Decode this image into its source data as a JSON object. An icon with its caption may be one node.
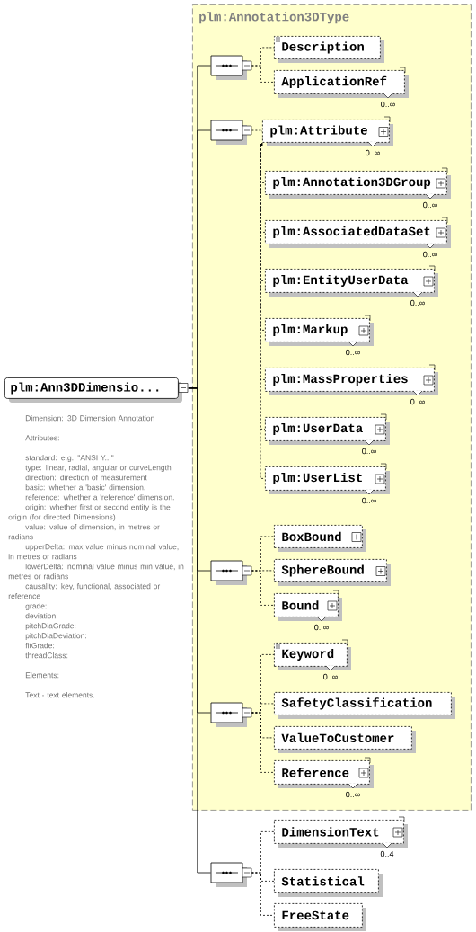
{
  "diagram": {
    "nodes": [
      {
        "text": [
          "plm:Ann3DDimensio..."
        ],
        "beside": [
          "Dimension: 3D Dimension Annotation",
          "Attributes:",
          "standard: e.g. \"ANSI Y...\"",
          "type: linear, radial, angular or curveLength",
          "direction: direction of measurement",
          "basic: whether a 'basic' dimension.",
          "reference: whether a 'reference' dimension.",
          "origin: whether first or second entity is the origin (for directed Dimensions)",
          "value: value of dimension, in metres or radians",
          "upperDelta: max value minus nominal value, in metres or radians",
          "lowerDelta: nominal value minus min value, in metres or radians",
          "causality: key, functional, associated or reference",
          "grade:",
          "deviation:",
          "pitchDiaGrade:",
          "pitchDiaDeviation:",
          "fitGrade:",
          "threadClass:",
          "Elements:",
          "Text - text elements."
        ]
      },
      {
        "text": [
          "plm:Annotation3DType"
        ]
      },
      {
        "text": [],
        "shape": "octagon",
        "in": 1
      },
      {
        "text": [
          "Description"
        ],
        "in": 1
      },
      {
        "text": [
          "ApplicationRef"
        ],
        "beside": [
          "0..∞"
        ],
        "in": 1
      },
      {
        "text": [],
        "shape": "octagon",
        "in": 1
      },
      {
        "text": [
          "plm:Attribute"
        ],
        "beside": [
          "0..∞"
        ],
        "in": 1
      },
      {
        "text": [
          "plm:Annotation3DGroup"
        ],
        "beside": [
          "0..∞"
        ],
        "in": 1
      },
      {
        "text": [
          "plm:AssociatedDataSet"
        ],
        "beside": [
          "0..∞"
        ],
        "in": 1
      },
      {
        "text": [
          "plm:EntityUserData"
        ],
        "beside": [
          "0..∞"
        ],
        "in": 1
      },
      {
        "text": [
          "plm:Markup"
        ],
        "beside": [
          "0..∞"
        ],
        "in": 1
      },
      {
        "text": [
          "plm:MassProperties"
        ],
        "beside": [
          "0..∞"
        ],
        "in": 1
      },
      {
        "text": [
          "plm:UserData"
        ],
        "beside": [
          "0..∞"
        ],
        "in": 1
      },
      {
        "text": [
          "plm:UserList"
        ],
        "beside": [
          "0..∞"
        ],
        "in": 1
      },
      {
        "text": [],
        "shape": "octagon",
        "in": 1
      },
      {
        "text": [
          "BoxBound"
        ],
        "in": 1
      },
      {
        "text": [
          "SphereBound"
        ],
        "in": 1
      },
      {
        "text": [
          "Bound"
        ],
        "beside": [
          "0..∞"
        ],
        "in": 1
      },
      {
        "text": [],
        "shape": "octagon",
        "in": 1
      },
      {
        "text": [
          "Keyword"
        ],
        "beside": [
          "0..∞"
        ],
        "in": 1
      },
      {
        "text": [
          "SafetyClassification"
        ],
        "in": 1
      },
      {
        "text": [
          "ValueToCustomer"
        ],
        "in": 1
      },
      {
        "text": [
          "Reference"
        ],
        "beside": [
          "0..∞"
        ],
        "in": 1
      },
      {
        "text": [],
        "shape": "octagon"
      },
      {
        "text": [
          "DimensionText"
        ],
        "beside": [
          "0..4"
        ]
      },
      {
        "text": [
          "Statistical"
        ]
      },
      {
        "text": [
          "FreeState"
        ]
      }
    ],
    "edges": [
      {
        "from": 0,
        "to": 2,
        "arrow": "none"
      },
      {
        "from": 0,
        "to": 5,
        "arrow": "none"
      },
      {
        "from": 0,
        "to": 14,
        "arrow": "none"
      },
      {
        "from": 0,
        "to": 18,
        "arrow": "none"
      },
      {
        "from": 0,
        "to": 23,
        "arrow": "none"
      },
      {
        "from": 2,
        "to": 3,
        "arrow": "none",
        "style": "dashed"
      },
      {
        "from": 2,
        "to": 4,
        "arrow": "none",
        "style": "dashed"
      },
      {
        "from": 5,
        "to": 6,
        "arrow": "none",
        "style": "dashed"
      },
      {
        "from": 7,
        "to": 6,
        "arrow": "to",
        "style": "dashed"
      },
      {
        "from": 8,
        "to": 6,
        "arrow": "to",
        "style": "dashed"
      },
      {
        "from": 9,
        "to": 6,
        "arrow": "to",
        "style": "dashed"
      },
      {
        "from": 10,
        "to": 6,
        "arrow": "to",
        "style": "dashed"
      },
      {
        "from": 11,
        "to": 6,
        "arrow": "to",
        "style": "dashed"
      },
      {
        "from": 12,
        "to": 6,
        "arrow": "to",
        "style": "dashed"
      },
      {
        "from": 13,
        "to": 6,
        "arrow": "to",
        "style": "dashed"
      },
      {
        "from": 14,
        "to": 15,
        "arrow": "none",
        "style": "dashed"
      },
      {
        "from": 14,
        "to": 16,
        "arrow": "none",
        "style": "dashed"
      },
      {
        "from": 14,
        "to": 17,
        "arrow": "none",
        "style": "dashed"
      },
      {
        "from": 18,
        "to": 19,
        "arrow": "none",
        "style": "dashed"
      },
      {
        "from": 18,
        "to": 20,
        "arrow": "none",
        "style": "dashed"
      },
      {
        "from": 18,
        "to": 21,
        "arrow": "none",
        "style": "dashed"
      },
      {
        "from": 18,
        "to": 22,
        "arrow": "none",
        "style": "dashed"
      },
      {
        "from": 23,
        "to": 24,
        "arrow": "none",
        "style": "dashed"
      },
      {
        "from": 23,
        "to": 25,
        "arrow": "none",
        "style": "dashed"
      },
      {
        "from": 23,
        "to": 26,
        "arrow": "none",
        "style": "dashed"
      }
    ]
  }
}
